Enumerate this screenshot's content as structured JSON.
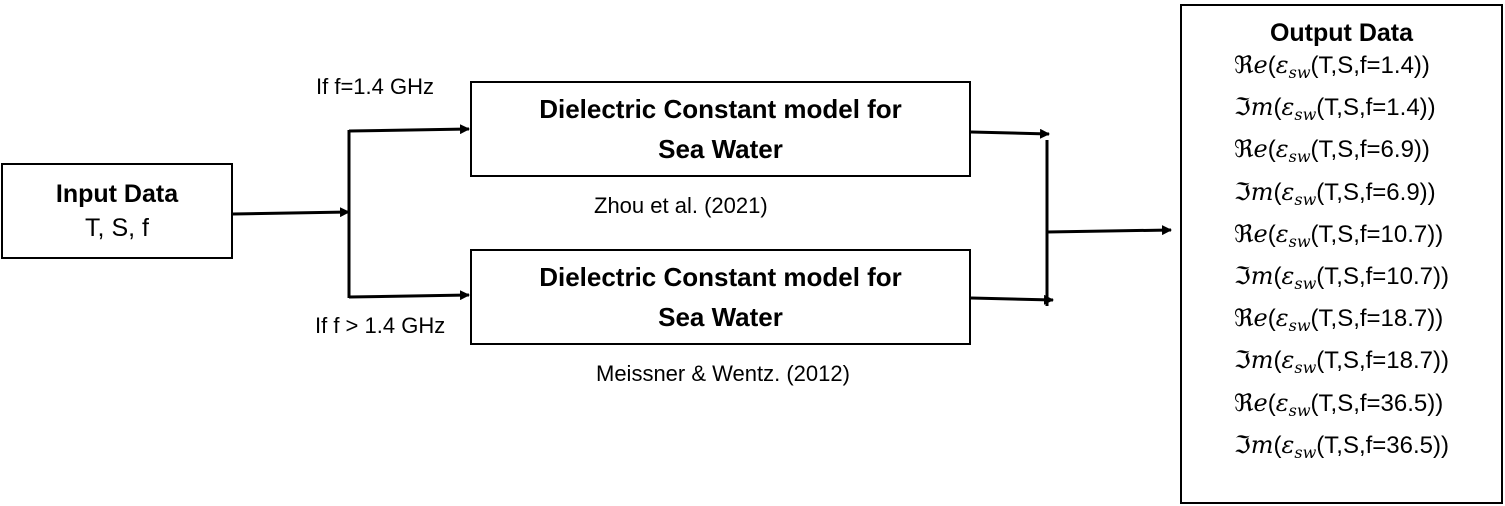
{
  "input": {
    "title": "Input Data",
    "vars": "T, S, f"
  },
  "branches": {
    "top_condition": "If f=1.4 GHz",
    "bottom_condition": "If f > 1.4 GHz"
  },
  "models": [
    {
      "line1": "Dielectric Constant model for",
      "line2": "Sea Water",
      "citation": "Zhou et al. (2021)"
    },
    {
      "line1": "Dielectric Constant model for",
      "line2": "Sea Water",
      "citation": "Meissner & Wentz. (2012)"
    }
  ],
  "output": {
    "title": "Output Data",
    "symbol_real": "ℜ𝑒",
    "symbol_imag": "ℑ𝑚",
    "epsilon": "ε",
    "epsilon_sub": "sw",
    "rows": [
      {
        "part": "real",
        "args": "T,S,f=1.4"
      },
      {
        "part": "imag",
        "args": "T,S,f=1.4"
      },
      {
        "part": "real",
        "args": "T,S,f=6.9"
      },
      {
        "part": "imag",
        "args": "T,S,f=6.9"
      },
      {
        "part": "real",
        "args": "T,S,f=10.7"
      },
      {
        "part": "imag",
        "args": "T,S,f=10.7"
      },
      {
        "part": "real",
        "args": "T,S,f=18.7"
      },
      {
        "part": "imag",
        "args": "T,S,f=18.7"
      },
      {
        "part": "real",
        "args": "T,S,f=36.5"
      },
      {
        "part": "imag",
        "args": "T,S,f=36.5"
      }
    ]
  }
}
